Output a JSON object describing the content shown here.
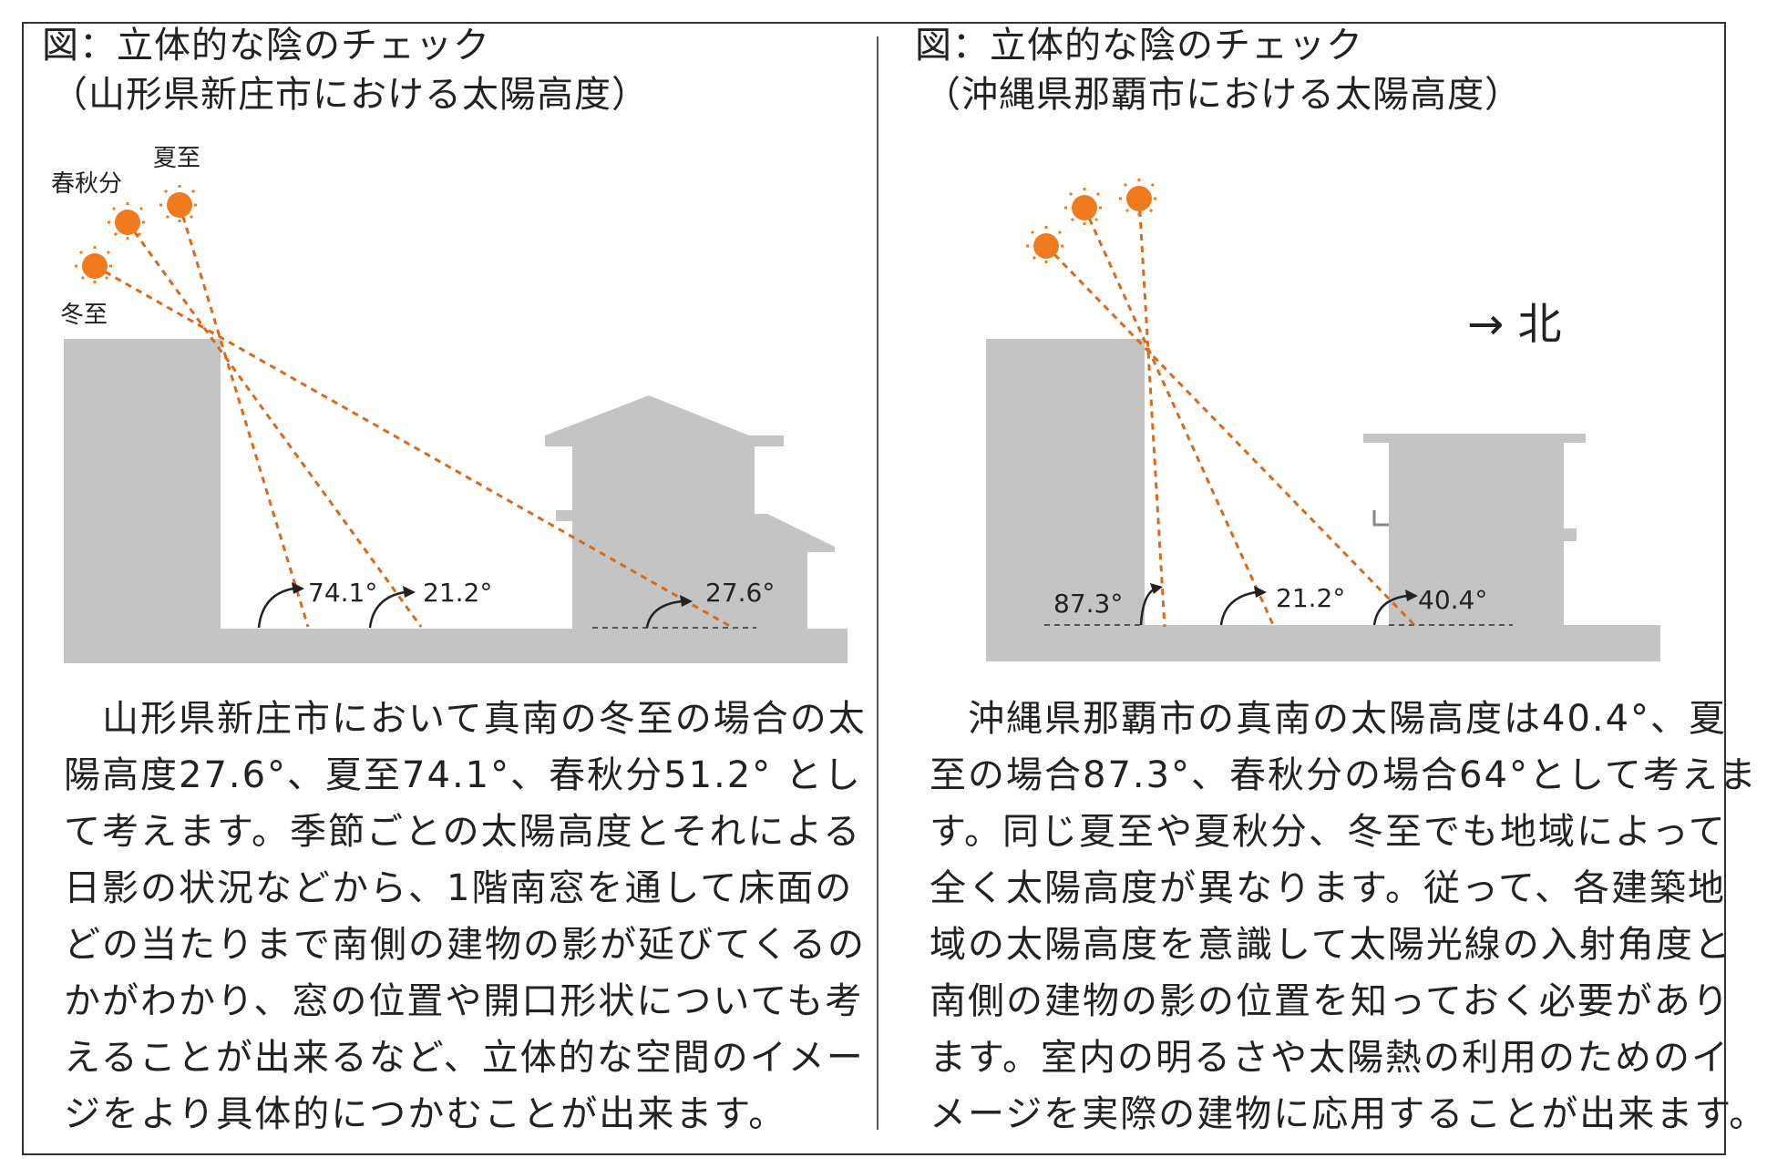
{
  "left": {
    "title_line1": "図：立体的な陰のチェック",
    "title_line2": "（山形県新庄市における太陽高度）",
    "sun_labels": {
      "summer": "夏至",
      "equinox": "春秋分",
      "winter": "冬至"
    },
    "angles": {
      "summer": "74.1°",
      "equinox": "21.2°",
      "winter": "27.6°"
    },
    "body_lines": [
      "　山形県新庄市において真南の冬至の場合の太",
      "陽高度27.6°、夏至74.1°、春秋分51.2° とし",
      "て考えます。季節ごとの太陽高度とそれによる",
      "日影の状況などから、1階南窓を通して床面の",
      "どの当たりまで南側の建物の影が延びてくるの",
      "かがわかり、窓の位置や開口形状についても考",
      "えることが出来るなど、立体的な空間のイメー",
      "ジをより具体的につかむことが出来ます。"
    ]
  },
  "right": {
    "title_line1": "図：立体的な陰のチェック",
    "title_line2": "（沖縄県那覇市における太陽高度）",
    "north_label": "→ 北",
    "angles": {
      "summer": "87.3°",
      "equinox": "21.2°",
      "winter": "40.4°"
    },
    "body_lines": [
      "　沖縄県那覇市の真南の太陽高度は40.4°、夏",
      "至の場合87.3°、春秋分の場合64°として考えま",
      "す。同じ夏至や夏秋分、冬至でも地域によって",
      "全く太陽高度が異なります。従って、各建築地",
      "域の太陽高度を意識して太陽光線の入射角度と",
      "南側の建物の影の位置を知っておく必要があり",
      "ます。室内の明るさや太陽熱の利用のためのイ",
      "メージを実際の建物に応用することが出来ます。"
    ]
  },
  "colors": {
    "building": "#c4c4c4",
    "sun": "#f07a1e",
    "ray": "#d96a1a",
    "ground_line": "#555555"
  }
}
